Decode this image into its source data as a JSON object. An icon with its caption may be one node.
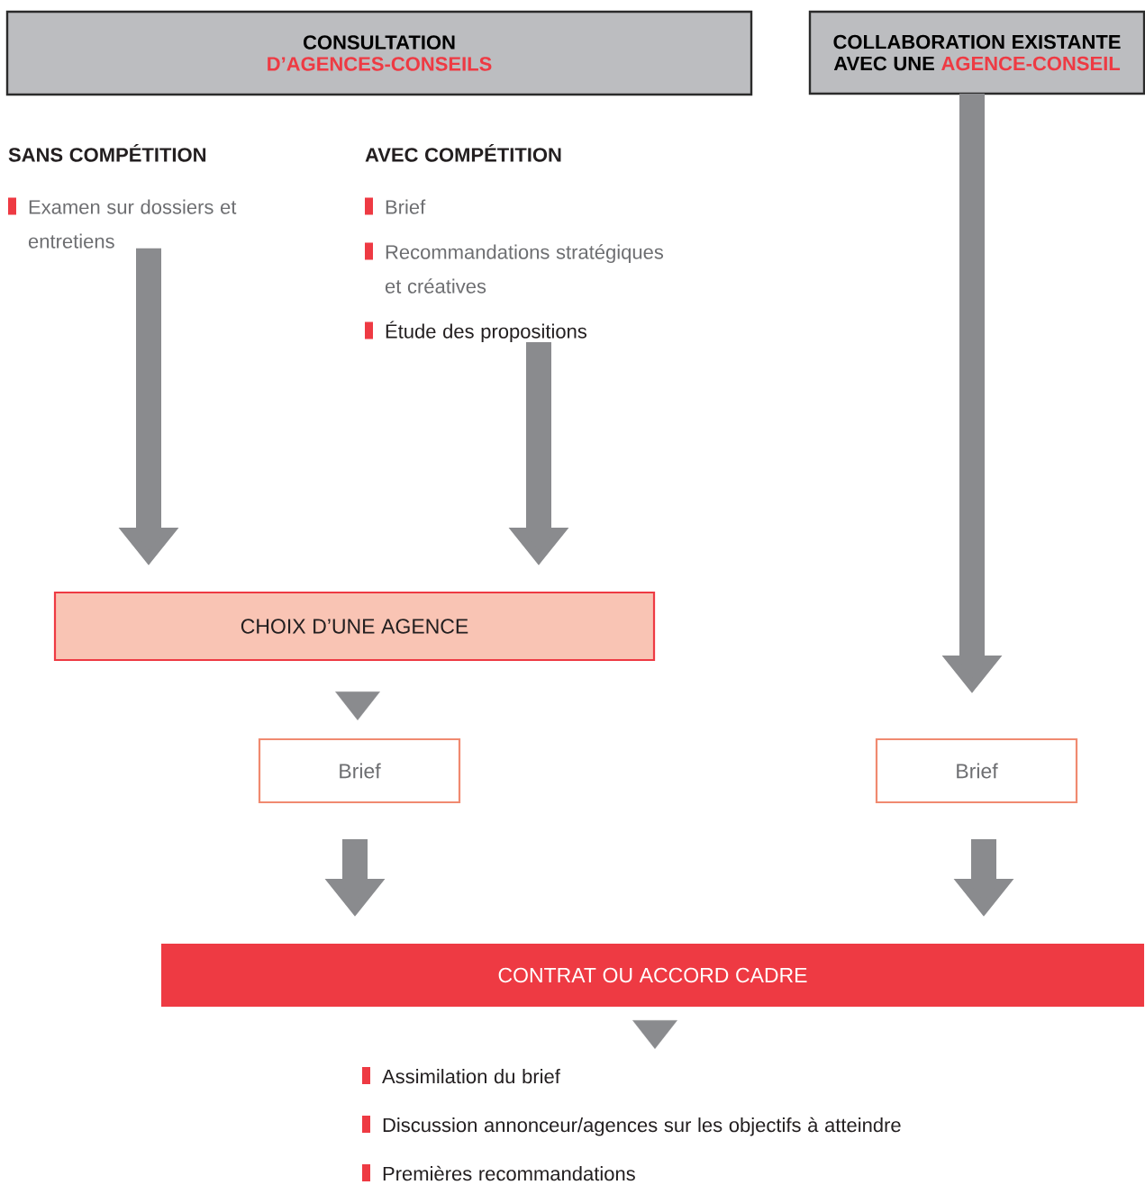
{
  "diagram": {
    "nodes": [
      {
        "text": [
          "CONSULTATION",
          "D’AGENCES-CONSEILS"
        ]
      },
      {
        "text": [
          "COLLABORATION EXISTANTE",
          "AVEC UNE",
          "AGENCE-CONSEIL"
        ]
      },
      {
        "text": [
          "SANS COMPÉTITION",
          "Examen sur dossiers et entretiens"
        ]
      },
      {
        "text": [
          "AVEC COMPÉTITION",
          "Brief",
          "Recommandations stratégiques et créatives",
          "Étude des propositions"
        ]
      },
      {
        "text": [
          "CHOIX D’UNE AGENCE"
        ]
      },
      {
        "text": [
          "Brief"
        ]
      },
      {
        "text": [
          "Brief"
        ]
      },
      {
        "text": [
          "CONTRAT OU ACCORD CADRE"
        ]
      },
      {
        "text": [
          "Assimilation du brief",
          "Discussion annonceur/agences sur les objectifs à atteindre",
          "Premières recommandations"
        ]
      }
    ],
    "edges": [
      {
        "from": 2,
        "to": 4,
        "arrow": "to"
      },
      {
        "from": 3,
        "to": 4,
        "arrow": "to"
      },
      {
        "from": 1,
        "to": 6,
        "arrow": "to"
      },
      {
        "from": 4,
        "to": 5,
        "arrow": "to"
      },
      {
        "from": 5,
        "to": 7,
        "arrow": "to"
      },
      {
        "from": 6,
        "to": 7,
        "arrow": "to"
      },
      {
        "from": 7,
        "to": 8,
        "arrow": "to"
      }
    ]
  }
}
